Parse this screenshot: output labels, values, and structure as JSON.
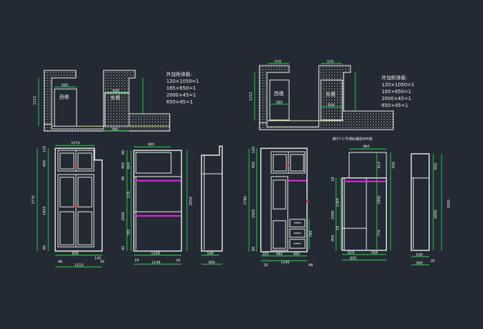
{
  "notes": {
    "left_title": "外加柜体板:",
    "left_lines": [
      "120×1050=1",
      "165×650=1",
      "2000×45=1",
      "650×45=1"
    ],
    "right_title": "外加柜体板:",
    "right_lines": [
      "120×1050=1",
      "165×650=1",
      "2000×45=1",
      "650×45=1"
    ],
    "center_caption": "做3个三节滑轨抽屉400高"
  },
  "plan_left": {
    "west_wall": "西墙",
    "east_wall": "东墙",
    "d560": "560",
    "d564": "564",
    "d585": "585",
    "d1213": "1213"
  },
  "plan_right": {
    "west_wall": "西墙",
    "east_wall": "东墙",
    "top1": "570",
    "top2": "570",
    "d560": "560",
    "d564": "564",
    "d1213": "1213"
  },
  "elev_left_front": {
    "top": "1070",
    "h_total": "2775",
    "h_top": "125",
    "h_mid": "450",
    "h_low": "1920",
    "h_base": "80",
    "bw": "908",
    "side": "145",
    "left": "48",
    "right": "20",
    "total_w": "1213"
  },
  "elev_left_side": {
    "top": "900",
    "h1": "80",
    "h2": "604",
    "h3": "450",
    "h4": "40",
    "h5": "570",
    "h6": "2000",
    "h7": "795",
    "h8": "40",
    "bw": "1109",
    "l": "18",
    "r": "18",
    "total_w": "1145",
    "right_h": "2650"
  },
  "elev_left_end": {
    "w1": "540",
    "w2": "560"
  },
  "elev_right_front": {
    "h_top": "100",
    "h_mid": "450",
    "h_total": "2780",
    "h_low": "1920",
    "h_base": "80",
    "d1": "20",
    "d2": "490",
    "d3": "490",
    "d4": "165",
    "total_w": "1145",
    "right": "48",
    "drawer_h": "780"
  },
  "elev_right_side": {
    "top": "960",
    "h1": "614",
    "h2": "650",
    "h3": "18",
    "h4": "1364",
    "h5": "1892",
    "h6": "2000",
    "h7": "774",
    "h8": "18",
    "h9": "950",
    "b1": "619",
    "b2": "434",
    "total_w": "955"
  },
  "elev_right_end": {
    "h1": "650",
    "h2": "2000",
    "total": "2650",
    "w1": "540",
    "w2": "560",
    "r": "20"
  },
  "colors": {
    "background": "#232a33",
    "line": "#f2f2f2",
    "dimension": "#27e04a",
    "rail": "#e020e0",
    "counter": "#f2f28c"
  }
}
